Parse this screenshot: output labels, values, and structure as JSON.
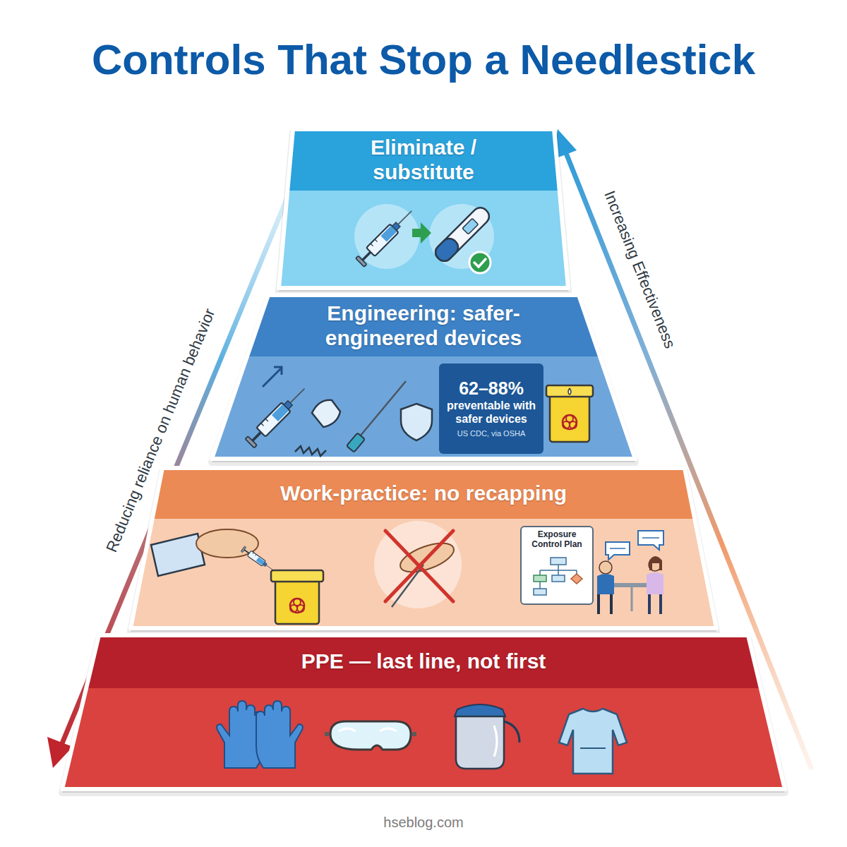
{
  "diagram": {
    "title": "Controls That Stop a Needlestick",
    "nodes": [
      {
        "text": [
          "Eliminate / substitute"
        ]
      },
      {
        "text": [
          "Engineering: safer-engineered devices"
        ]
      },
      {
        "text": [
          "62–88%",
          "preventable with safer devices",
          "US CDC, via OSHA"
        ],
        "in": 1
      },
      {
        "text": [
          "Work-practice: no recapping"
        ]
      },
      {
        "text": [
          "Exposure Control Plan"
        ],
        "in": 3
      },
      {
        "text": [
          "PPE — last line, not first"
        ]
      }
    ],
    "labels": [
      "Reducing reliance on human behavior",
      "Increasing Effectiveness",
      "hseblog.com"
    ]
  }
}
